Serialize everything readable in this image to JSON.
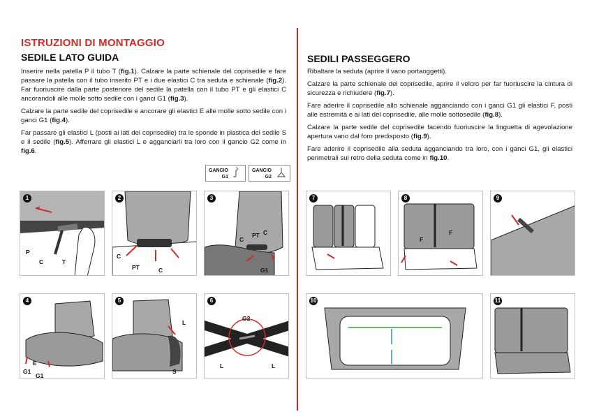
{
  "title": "ISTRUZIONI DI MONTAGGIO",
  "left": {
    "heading": "SEDILE LATO GUIDA",
    "p1": [
      "Inserire nella patella P il tubo T (",
      "fig.1",
      "). Calzare la parte schienale del coprisedile e fare passare la patella con il tubo inserito PT e i due elastici C tra seduta e schienale (",
      "fig.2",
      "). Far fuoriuscire dalla parte posteriore del sedile la patella con il tubo PT e gli elastici C ancorandoli alle molle sotto sedile con i ganci G1 (",
      "fig.3",
      ")."
    ],
    "p2": [
      "Calzare la parte sedile del coprisedile e ancorare gli elastici E alle molle sotto sedile con i ganci G1 (",
      "fig.4",
      ")."
    ],
    "p3": [
      "Far passare gli elastici L (posti ai lati del coprisedile) tra le sponde in plastica del sedile S e il sedile (",
      "fig.5",
      "). Afferrare gli elastici L e agganciarli tra loro con il gancio G2 come in ",
      "fig.6",
      "."
    ]
  },
  "right": {
    "heading": "SEDILI PASSEGGERO",
    "p1": [
      "Ribaltare la seduta (aprire il vano portaoggetti)."
    ],
    "p2": [
      "Calzare la parte schienale del coprisedile, aprire il velcro per far fuoriuscire la cintura di sicurezza e richiudere (",
      "fig.7",
      ")."
    ],
    "p3": [
      "Fare aderire il coprisedile allo schienale agganciando con i ganci G1 gli elastici F, posti alle estremità e ai lati del coprisedile, alle molle sottosedile (",
      "fig.8",
      ")."
    ],
    "p4": [
      "Calzare la parte sedile del coprisedile facendo fuoriuscire la linguetta di agevolazione apertura vano dal foro predisposto (",
      "fig.9",
      ")."
    ],
    "p5": [
      "Fare aderire il coprisedile alla seduta agganciando tra loro, con i ganci G1, gli elastici perimetrali sul retro della seduta come in ",
      "fig.10",
      "."
    ]
  },
  "legend": [
    {
      "line1": "GANCIO",
      "line2": "G1",
      "icon": "hook-g1-icon"
    },
    {
      "line1": "GANCIO",
      "line2": "G2",
      "icon": "hook-g2-icon"
    }
  ],
  "figures": [
    {
      "n": "1",
      "labels": [
        "P",
        "C",
        "T"
      ]
    },
    {
      "n": "2",
      "labels": [
        "C",
        "PT",
        "C"
      ]
    },
    {
      "n": "3",
      "labels": [
        "C",
        "PT",
        "C",
        "G1"
      ]
    },
    {
      "n": "4",
      "labels": [
        "E",
        "G1",
        "G1"
      ]
    },
    {
      "n": "5",
      "labels": [
        "L",
        "S"
      ]
    },
    {
      "n": "6",
      "labels": [
        "G2",
        "L",
        "L"
      ]
    },
    {
      "n": "7",
      "labels": []
    },
    {
      "n": "8",
      "labels": [
        "F",
        "F"
      ]
    },
    {
      "n": "9",
      "labels": []
    },
    {
      "n": "10",
      "labels": []
    },
    {
      "n": "11",
      "labels": []
    }
  ],
  "colors": {
    "accent": "#d32a27",
    "seat": "#9a9a9a",
    "arrow": "#d32a27",
    "green": "#3aa03a",
    "blue": "#2a8fd8"
  }
}
